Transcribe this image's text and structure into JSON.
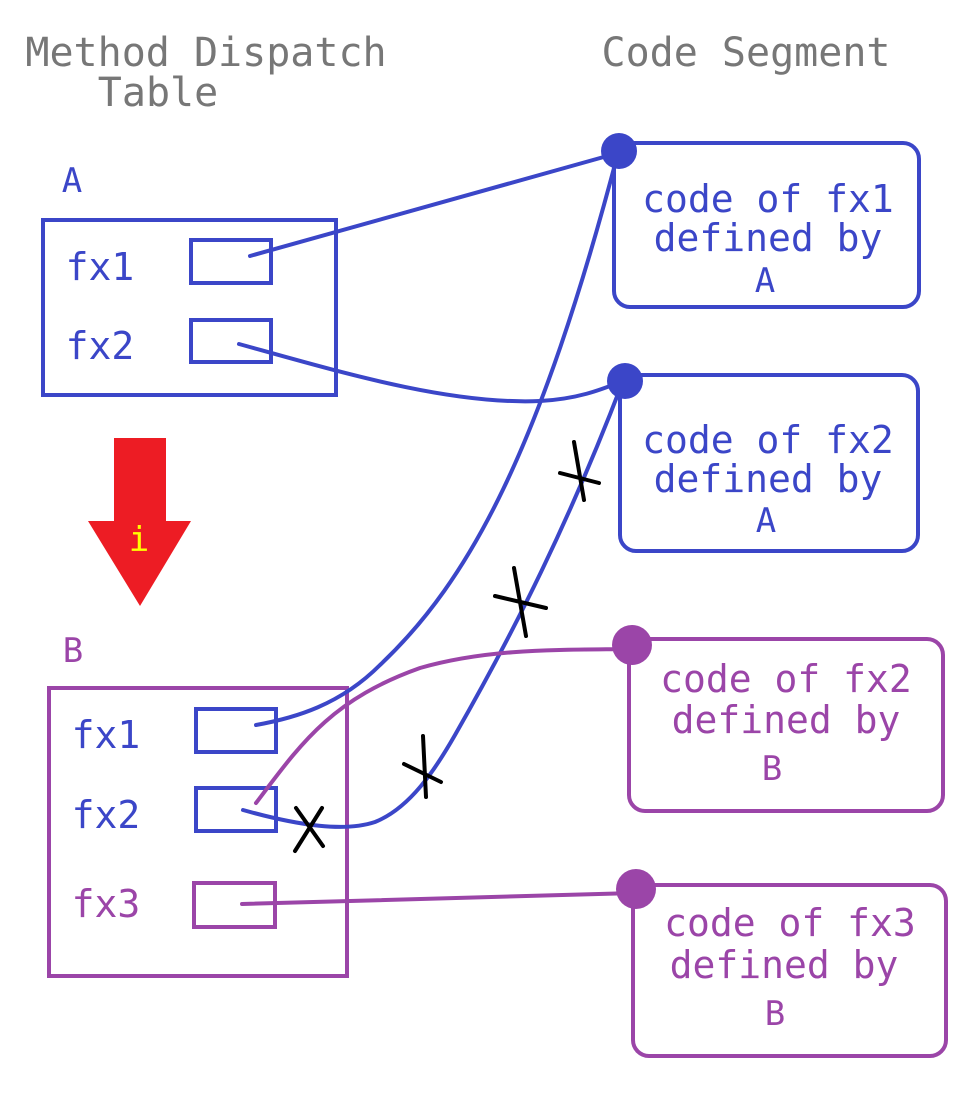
{
  "colors": {
    "class_a": "#3b46c8",
    "class_b": "#9b45a8",
    "heading": "#777777",
    "arrow_fill": "#ed1c24",
    "arrow_label": "#ffff00",
    "strike": "#000000"
  },
  "headings": {
    "dispatch_line1": "Method Dispatch",
    "dispatch_line2": "Table",
    "code_segment": "Code Segment"
  },
  "table_a": {
    "label": "A",
    "slots": [
      "fx1",
      "fx2"
    ]
  },
  "table_b": {
    "label": "B",
    "slots": [
      "fx1",
      "fx2",
      "fx3"
    ]
  },
  "inherit_arrow": {
    "label": "i"
  },
  "code_boxes": [
    {
      "line1": "code of fx1",
      "line2": "defined by",
      "line3": "A"
    },
    {
      "line1": "code of fx2",
      "line2": "defined by",
      "line3": "A"
    },
    {
      "line1": "code of fx2",
      "line2": "defined by",
      "line3": "B"
    },
    {
      "line1": "code of fx3",
      "line2": "defined by",
      "line3": "B"
    }
  ]
}
